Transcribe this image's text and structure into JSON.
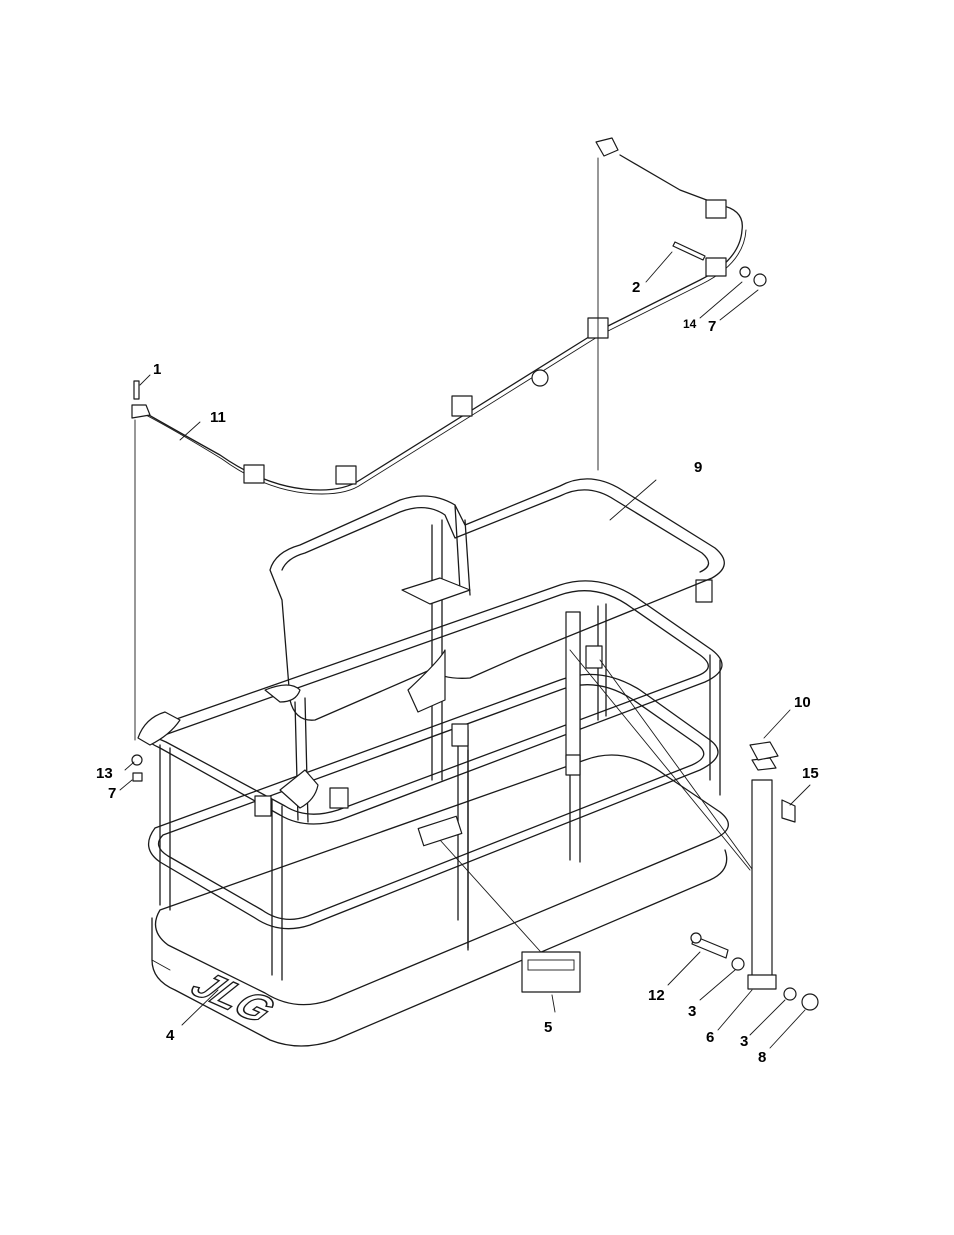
{
  "callouts": {
    "c1": "1",
    "c2": "2",
    "c3a": "3",
    "c3b": "3",
    "c4": "4",
    "c5": "5",
    "c6": "6",
    "c7a": "7",
    "c7b": "7",
    "c8": "8",
    "c9": "9",
    "c10": "10",
    "c11": "11",
    "c12": "12",
    "c13": "13",
    "c14": "14",
    "c15": "15"
  },
  "logo_text": "JLG"
}
